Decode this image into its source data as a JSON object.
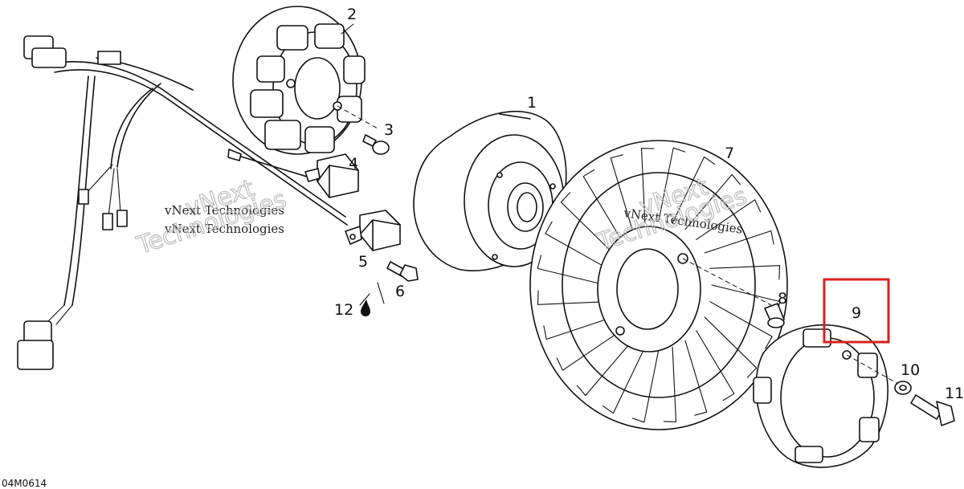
{
  "callouts": {
    "c1": "1",
    "c2": "2",
    "c3": "3",
    "c4": "4",
    "c5": "5",
    "c6": "6",
    "c7": "7",
    "c8": "8",
    "c9": "9",
    "c10": "10",
    "c11": "11",
    "c12": "12"
  },
  "watermarks": {
    "small_text": "vNext Technologies",
    "big_line1": "vNext",
    "big_line2": "Technologies"
  },
  "figure_code": "04M0614",
  "highlight": {
    "target_callout": "9",
    "color": "#d9201f"
  },
  "icons": {
    "drop": "oil-drop-icon"
  }
}
